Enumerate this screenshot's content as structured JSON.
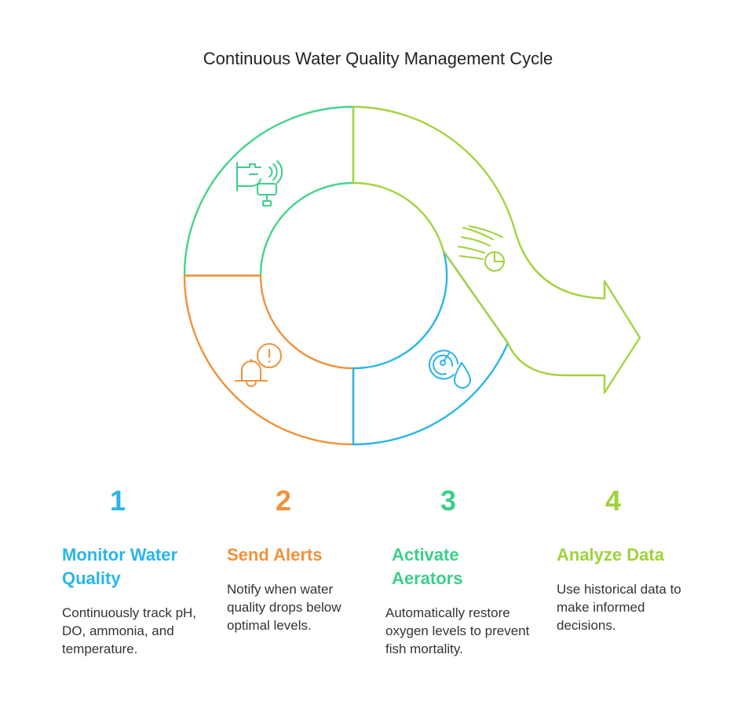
{
  "title": "Continuous Water Quality Management Cycle",
  "colors": {
    "step1": "#29b6e8",
    "step2": "#f0923a",
    "step3": "#3ccf8a",
    "step4": "#9fd23a",
    "text": "#333333"
  },
  "steps": [
    {
      "number": "1",
      "title": "Monitor Water Quality",
      "description": "Continuously track pH, DO, ammonia, and temperature.",
      "icon": "water-tap-sensor-icon"
    },
    {
      "number": "2",
      "title": "Send Alerts",
      "description": "Notify when water quality drops below optimal levels.",
      "icon": "alert-bell-icon"
    },
    {
      "number": "3",
      "title": "Activate Aerators",
      "description": "Automatically restore oxygen levels to prevent fish mortality.",
      "icon": "gauge-water-drop-icon"
    },
    {
      "number": "4",
      "title": "Analyze Data",
      "description": "Use historical data to make informed decisions.",
      "icon": "wind-chart-icon"
    }
  ]
}
